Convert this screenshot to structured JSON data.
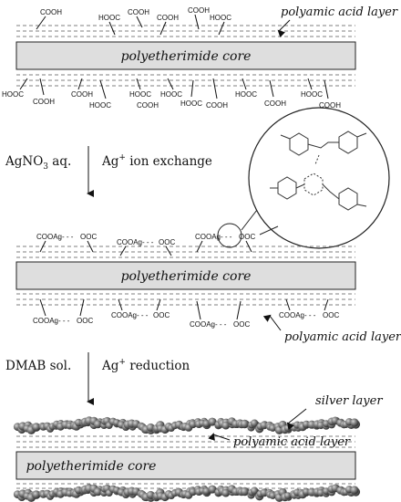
{
  "labels": {
    "polyamic_acid_layer": "polyamic acid layer",
    "polyetherimide_core": "polyetherimide core",
    "silver_layer": "silver layer"
  },
  "steps": {
    "step1_reagent_pre": "AgNO",
    "step1_reagent_sub": "3",
    "step1_reagent_post": " aq.",
    "step1_action_pre": "Ag",
    "step1_action_sup": "+",
    "step1_action_post": " ion exchange",
    "step2_reagent": "DMAB sol.",
    "step2_action_pre": "Ag",
    "step2_action_sup": "+",
    "step2_action_post": " reduction"
  },
  "groups": {
    "cooh": "COOH",
    "hooc": "HOOC",
    "cooag": "COOAg",
    "bridge": "- - -",
    "ooc": "OOC"
  },
  "colors": {
    "core_fill": "#dedede",
    "outline": "#222222",
    "silver_particle": "#6e6e6e"
  }
}
